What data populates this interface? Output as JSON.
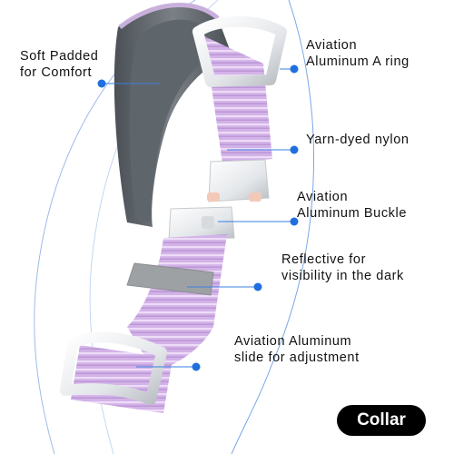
{
  "product_name": "Collar",
  "callouts": [
    {
      "id": "padding",
      "lines": [
        "Soft Padded",
        "for Comfort"
      ]
    },
    {
      "id": "a-ring",
      "lines": [
        "Aviation",
        "Aluminum A ring"
      ]
    },
    {
      "id": "nylon",
      "lines": [
        "Yarn-dyed nylon"
      ]
    },
    {
      "id": "buckle",
      "lines": [
        "Aviation",
        "Aluminum Buckle"
      ]
    },
    {
      "id": "reflective",
      "lines": [
        "Reflective for",
        "visibility in the dark"
      ]
    },
    {
      "id": "slide",
      "lines": [
        "Aviation Aluminum",
        "slide for adjustment"
      ]
    }
  ],
  "colors": {
    "strap": "#d3b2e8",
    "strap_stripe": "#eddcf7",
    "padding": "#5b6266",
    "metal": "#e9ecee",
    "keeper": "#9ea1a4",
    "callout_dot": "#1f6fe0",
    "callout_line": "#3b7fe3",
    "badge_bg": "#000000",
    "badge_text": "#ffffff"
  }
}
